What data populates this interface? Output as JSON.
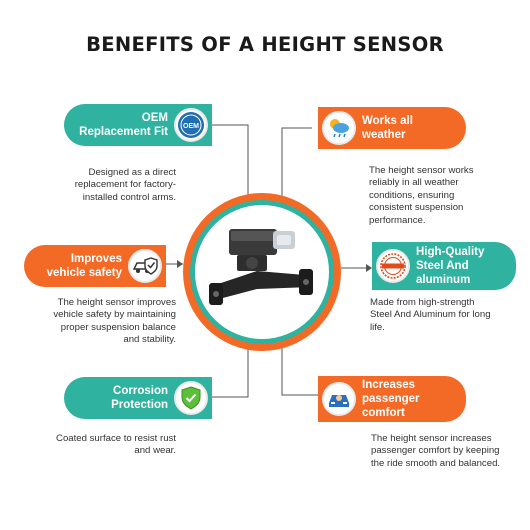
{
  "title": "BENEFITS OF A HEIGHT SENSOR",
  "colors": {
    "teal": "#2fb3a0",
    "orange": "#f36a26",
    "text": "#333333"
  },
  "center_image": "height-sensor-product-photo",
  "benefits": {
    "oem": {
      "title_line1": "OEM",
      "title_line2": "Replacement Fit",
      "icon": "oem-seal-icon",
      "badge_text": "OEM",
      "desc_lines": [
        "Designed as a direct",
        "replacement for factory-",
        "installed control arms."
      ]
    },
    "weather": {
      "title_line1": "Works all",
      "title_line2": "weather",
      "icon": "weather-icon",
      "desc_lines": [
        "The height sensor works",
        "reliably in all weather",
        "conditions, ensuring",
        "consistent suspension",
        "performance."
      ]
    },
    "safety": {
      "title_line1": "Improves",
      "title_line2": "vehicle safety",
      "icon": "car-shield-icon",
      "desc_lines": [
        "The height sensor improves",
        "vehicle safety by maintaining",
        "proper suspension balance",
        "and stability."
      ]
    },
    "steel": {
      "title_line1": "High-Quality",
      "title_line2": "Steel And",
      "title_line3": "aluminum",
      "icon": "high-quality-stamp-icon",
      "desc_lines": [
        "Made from high-strength",
        "Steel And Aluminum for long",
        "life."
      ]
    },
    "corrosion": {
      "title_line1": "Corrosion",
      "title_line2": "Protection",
      "icon": "shield-check-icon",
      "desc_lines": [
        "Coated surface to resist rust",
        "and wear."
      ]
    },
    "comfort": {
      "title_line1": "Increases",
      "title_line2": "passenger",
      "title_line3": "comfort",
      "icon": "passenger-car-icon",
      "desc_lines": [
        "The height sensor increases",
        "passenger comfort by keeping",
        "the ride smooth and balanced."
      ]
    }
  }
}
